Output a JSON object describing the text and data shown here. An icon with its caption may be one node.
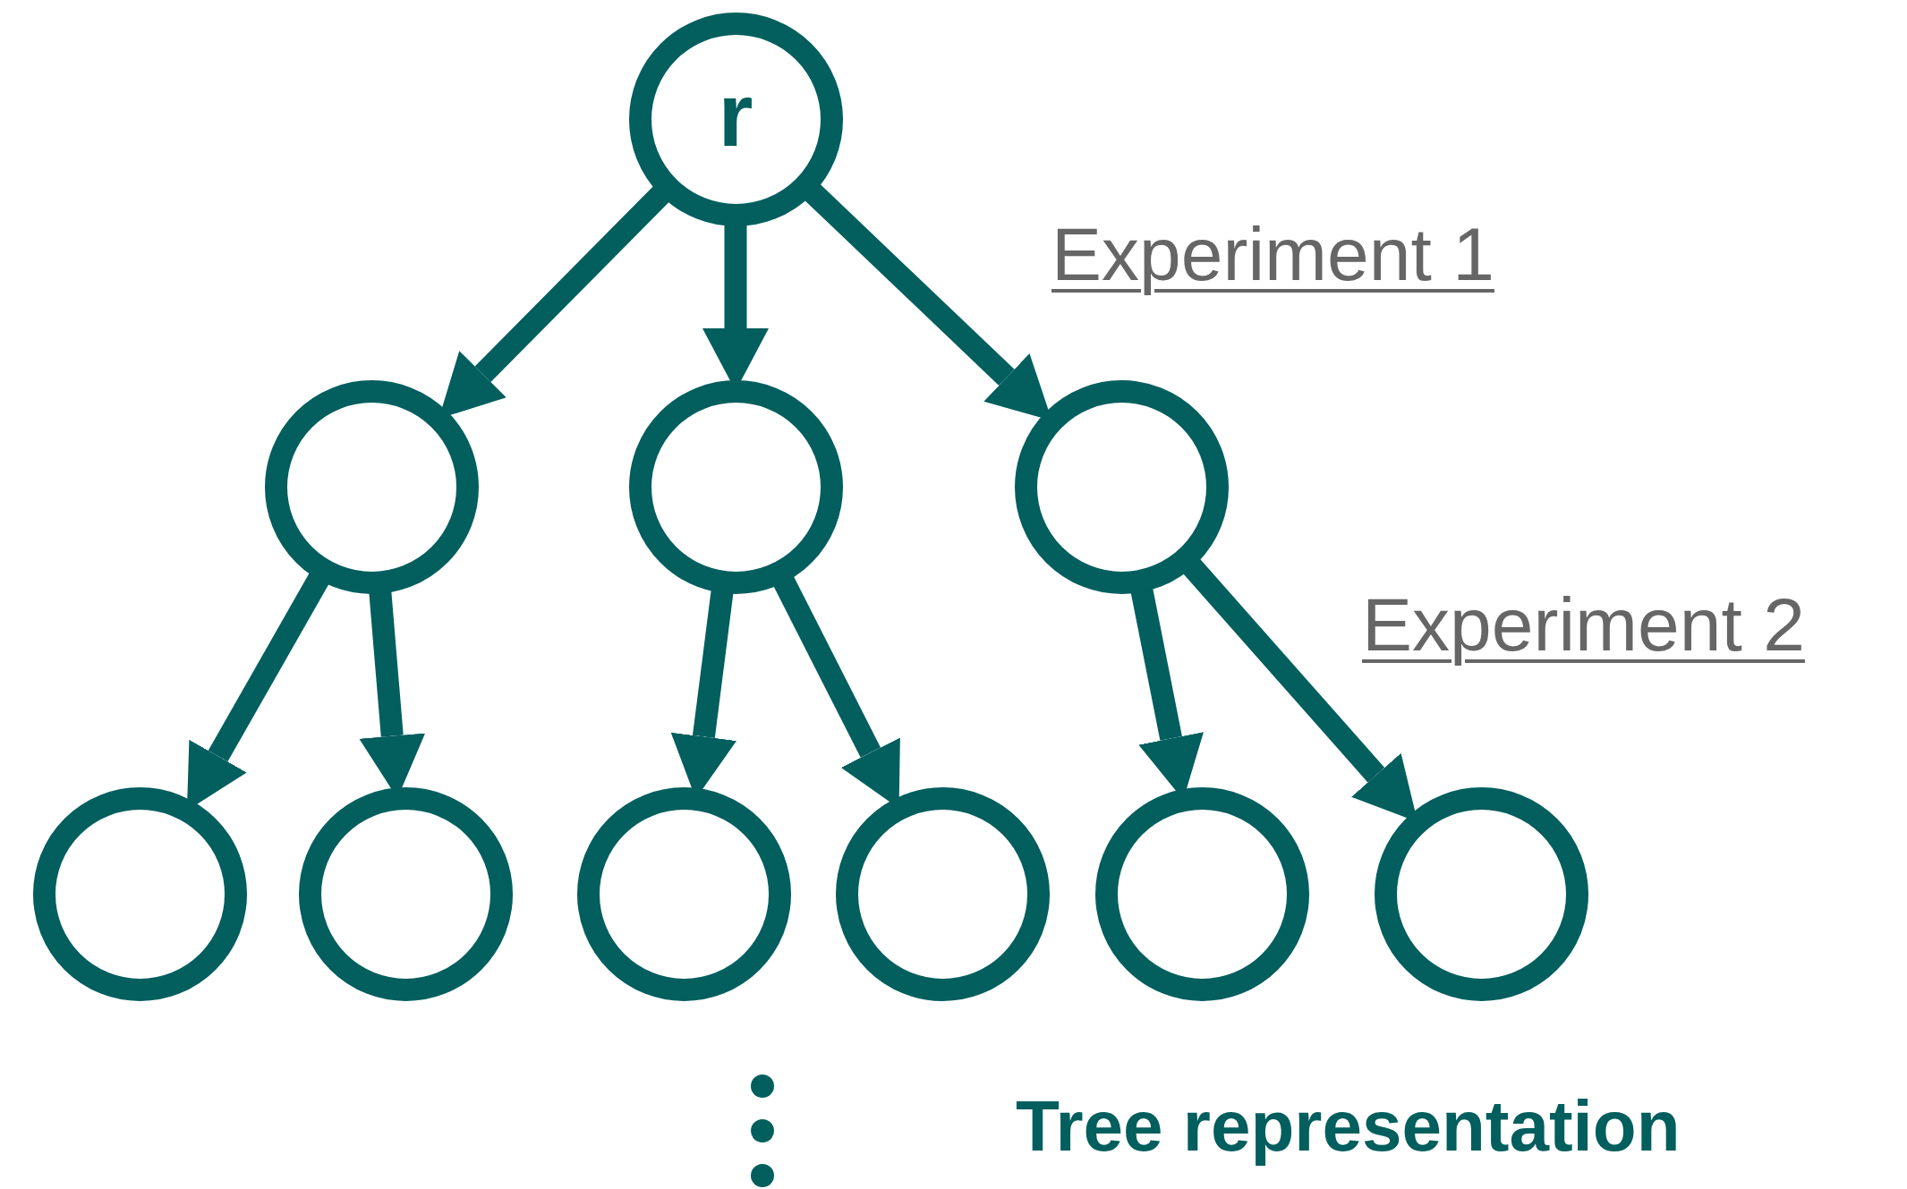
{
  "diagram": {
    "nodes": [
      {
        "text": [
          "r"
        ]
      },
      {
        "text": [],
        "shape": "circle"
      },
      {
        "text": [],
        "shape": "circle"
      },
      {
        "text": [],
        "shape": "circle"
      },
      {
        "text": [],
        "shape": "circle"
      },
      {
        "text": [],
        "shape": "circle"
      },
      {
        "text": [],
        "shape": "circle"
      },
      {
        "text": [],
        "shape": "circle"
      },
      {
        "text": [],
        "shape": "circle"
      },
      {
        "text": [],
        "shape": "circle"
      }
    ],
    "edges": [
      {
        "from": 0,
        "to": 1,
        "arrow": "to"
      },
      {
        "from": 0,
        "to": 2,
        "arrow": "to"
      },
      {
        "from": 0,
        "to": 3,
        "arrow": "to"
      },
      {
        "from": 1,
        "to": 4,
        "arrow": "to"
      },
      {
        "from": 1,
        "to": 5,
        "arrow": "to"
      },
      {
        "from": 2,
        "to": 6,
        "arrow": "to"
      },
      {
        "from": 2,
        "to": 7,
        "arrow": "to"
      },
      {
        "from": 3,
        "to": 8,
        "arrow": "to"
      },
      {
        "from": 3,
        "to": 9,
        "arrow": "to"
      }
    ],
    "labels": [
      "Experiment 1",
      "Experiment 2",
      "Tree representation"
    ]
  }
}
